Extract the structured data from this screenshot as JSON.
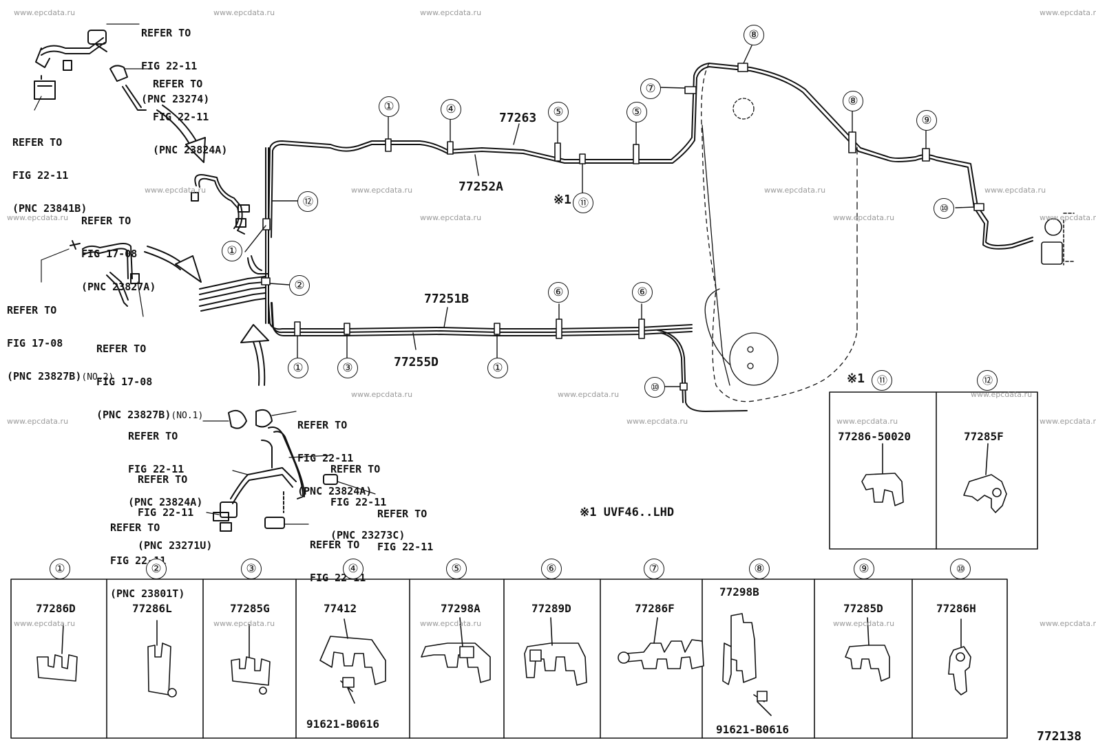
{
  "diagram_id": "772138",
  "watermark": "www.epcdata.ru",
  "note": "※1 UVF46..LHD",
  "main_parts": {
    "p77263": "77263",
    "p77252A": "77252A",
    "p77251B": "77251B",
    "p77255D": "77255D",
    "note_ref_11": "※1",
    "callout_1": "①",
    "callout_2": "②",
    "callout_3": "③",
    "callout_4": "④",
    "callout_5": "⑤",
    "callout_6": "⑥",
    "callout_7": "⑦",
    "callout_8": "⑧",
    "callout_9": "⑨",
    "callout_10": "⑩",
    "callout_11": "⑪",
    "callout_12": "⑫"
  },
  "references": [
    {
      "line1": "REFER TO",
      "line2": "FIG 22-11",
      "line3": "(PNC 23274)"
    },
    {
      "line1": "REFER TO",
      "line2": "FIG 22-11",
      "line3": "(PNC 23824A)"
    },
    {
      "line1": "REFER TO",
      "line2": "FIG 22-11",
      "line3": "(PNC 23841B)"
    },
    {
      "line1": "REFER TO",
      "line2": "FIG 17-08",
      "line3": "(PNC 23827A)"
    },
    {
      "line1": "REFER TO",
      "line2": "FIG 17-08",
      "line3": "(PNC 23827B)",
      "suffix": "(NO.2)"
    },
    {
      "line1": "REFER TO",
      "line2": "FIG 17-08",
      "line3": "(PNC 23827B)",
      "suffix": "(NO.1)"
    },
    {
      "line1": "REFER TO",
      "line2": "FIG 22-11",
      "line3": "(PNC 23824A)"
    },
    {
      "line1": "REFER TO",
      "line2": "FIG 22-11",
      "line3": "(PNC 23824A)"
    },
    {
      "line1": "REFER TO",
      "line2": "FIG 22-11",
      "line3": "(PNC 23273C)"
    },
    {
      "line1": "REFER TO",
      "line2": "FIG 22-11",
      "line3": "(PNC 23271U)"
    },
    {
      "line1": "REFER TO",
      "line2": "FIG 22-11",
      "line3": ""
    },
    {
      "line1": "REFER TO",
      "line2": "FIG 22-11",
      "line3": "(PNC 23801T)"
    },
    {
      "line1": "REFER TO",
      "line2": "FIG 22-11",
      "line3": ""
    }
  ],
  "clamp_table": [
    {
      "callout": "①",
      "part": "77286D",
      "extra": ""
    },
    {
      "callout": "②",
      "part": "77286L",
      "extra": ""
    },
    {
      "callout": "③",
      "part": "77285G",
      "extra": ""
    },
    {
      "callout": "④",
      "part": "77412",
      "extra": "91621-B0616"
    },
    {
      "callout": "⑤",
      "part": "77298A",
      "extra": ""
    },
    {
      "callout": "⑥",
      "part": "77289D",
      "extra": ""
    },
    {
      "callout": "⑦",
      "part": "77286F",
      "extra": ""
    },
    {
      "callout": "⑧",
      "part": "77298B",
      "extra": "91621-B0616"
    },
    {
      "callout": "⑨",
      "part": "77285D",
      "extra": ""
    },
    {
      "callout": "⑩",
      "part": "77286H",
      "extra": ""
    }
  ],
  "side_table": [
    {
      "callout_note": "※1",
      "callout": "⑪",
      "part": "77286-50020"
    },
    {
      "callout_note": "",
      "callout": "⑫",
      "part": "77285F"
    }
  ],
  "colors": {
    "line": "#111111",
    "watermark": "#9a9a9a",
    "background": "#ffffff"
  }
}
